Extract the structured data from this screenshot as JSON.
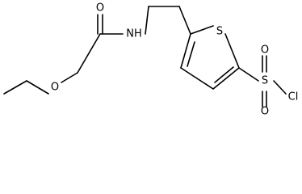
{
  "molecule": {
    "atoms": {
      "O_carbonyl": "O",
      "NH": "NH",
      "S_ring": "S",
      "S_sulfonyl": "S",
      "O_sulfonyl_top": "O",
      "O_sulfonyl_bottom": "O",
      "Cl": "Cl",
      "O_ether": "O"
    }
  }
}
